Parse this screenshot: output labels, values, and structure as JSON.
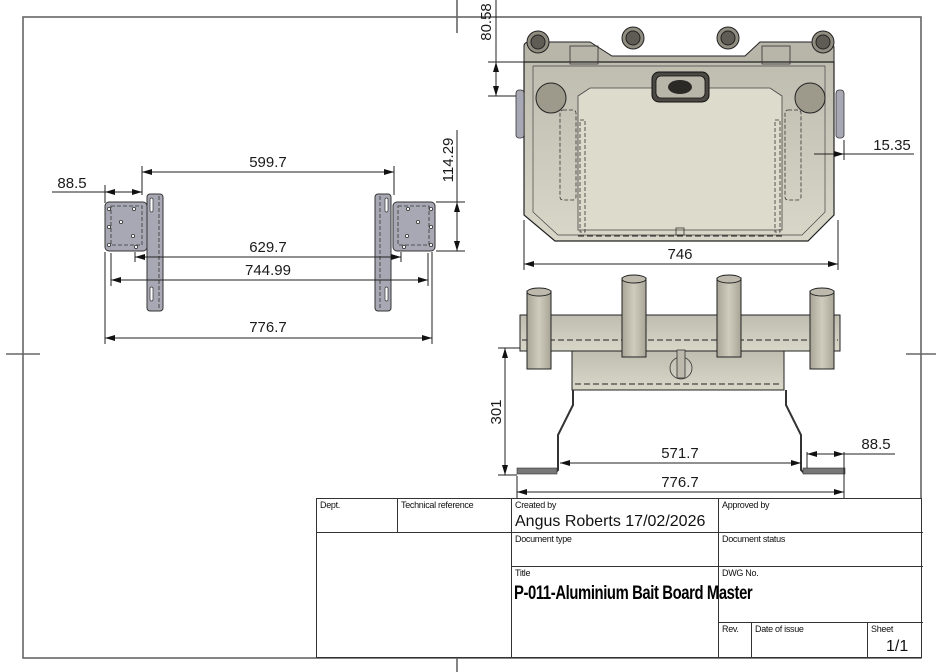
{
  "drawing": {
    "type": "engineering-drawing",
    "part_title": "P-011-Aluminium Bait Board Master",
    "views": {
      "left_view": {
        "name": "bracket-assembly-top-view",
        "dimensions": {
          "d_88_5": "88.5",
          "d_599_7": "599.7",
          "d_114_29": "114.29",
          "d_629_7": "629.7",
          "d_744_99": "744.99",
          "d_776_7": "776.7"
        }
      },
      "top_right_view": {
        "name": "bait-board-top-view",
        "dimensions": {
          "d_80_58": "80.58",
          "d_15_35": "15.35",
          "d_746": "746"
        }
      },
      "bottom_right_view": {
        "name": "bait-board-front-view",
        "dimensions": {
          "d_301": "301",
          "d_571_7": "571.7",
          "d_88_5": "88.5",
          "d_776_7": "776.7"
        }
      }
    },
    "colors": {
      "part_fill": "#c9c6b8",
      "part_fill_light": "#dddccd",
      "bracket_fill": "#a8a8b4",
      "line": "#222222",
      "frame": "#555555"
    }
  },
  "title_block": {
    "dept_label": "Dept.",
    "dept_value": "",
    "tech_ref_label": "Technical reference",
    "tech_ref_value": "",
    "created_by_label": "Created by",
    "created_by_value": "Angus Roberts 17/02/2026",
    "approved_by_label": "Approved by",
    "approved_by_value": "",
    "document_type_label": "Document type",
    "document_type_value": "",
    "document_status_label": "Document status",
    "document_status_value": "",
    "title_label": "Title",
    "title_value": "P-011-Aluminium Bait Board Master",
    "dwg_no_label": "DWG No.",
    "dwg_no_value": "",
    "rev_label": "Rev.",
    "rev_value": "",
    "date_of_issue_label": "Date of issue",
    "date_of_issue_value": "",
    "sheet_label": "Sheet",
    "sheet_value": "1/1"
  }
}
